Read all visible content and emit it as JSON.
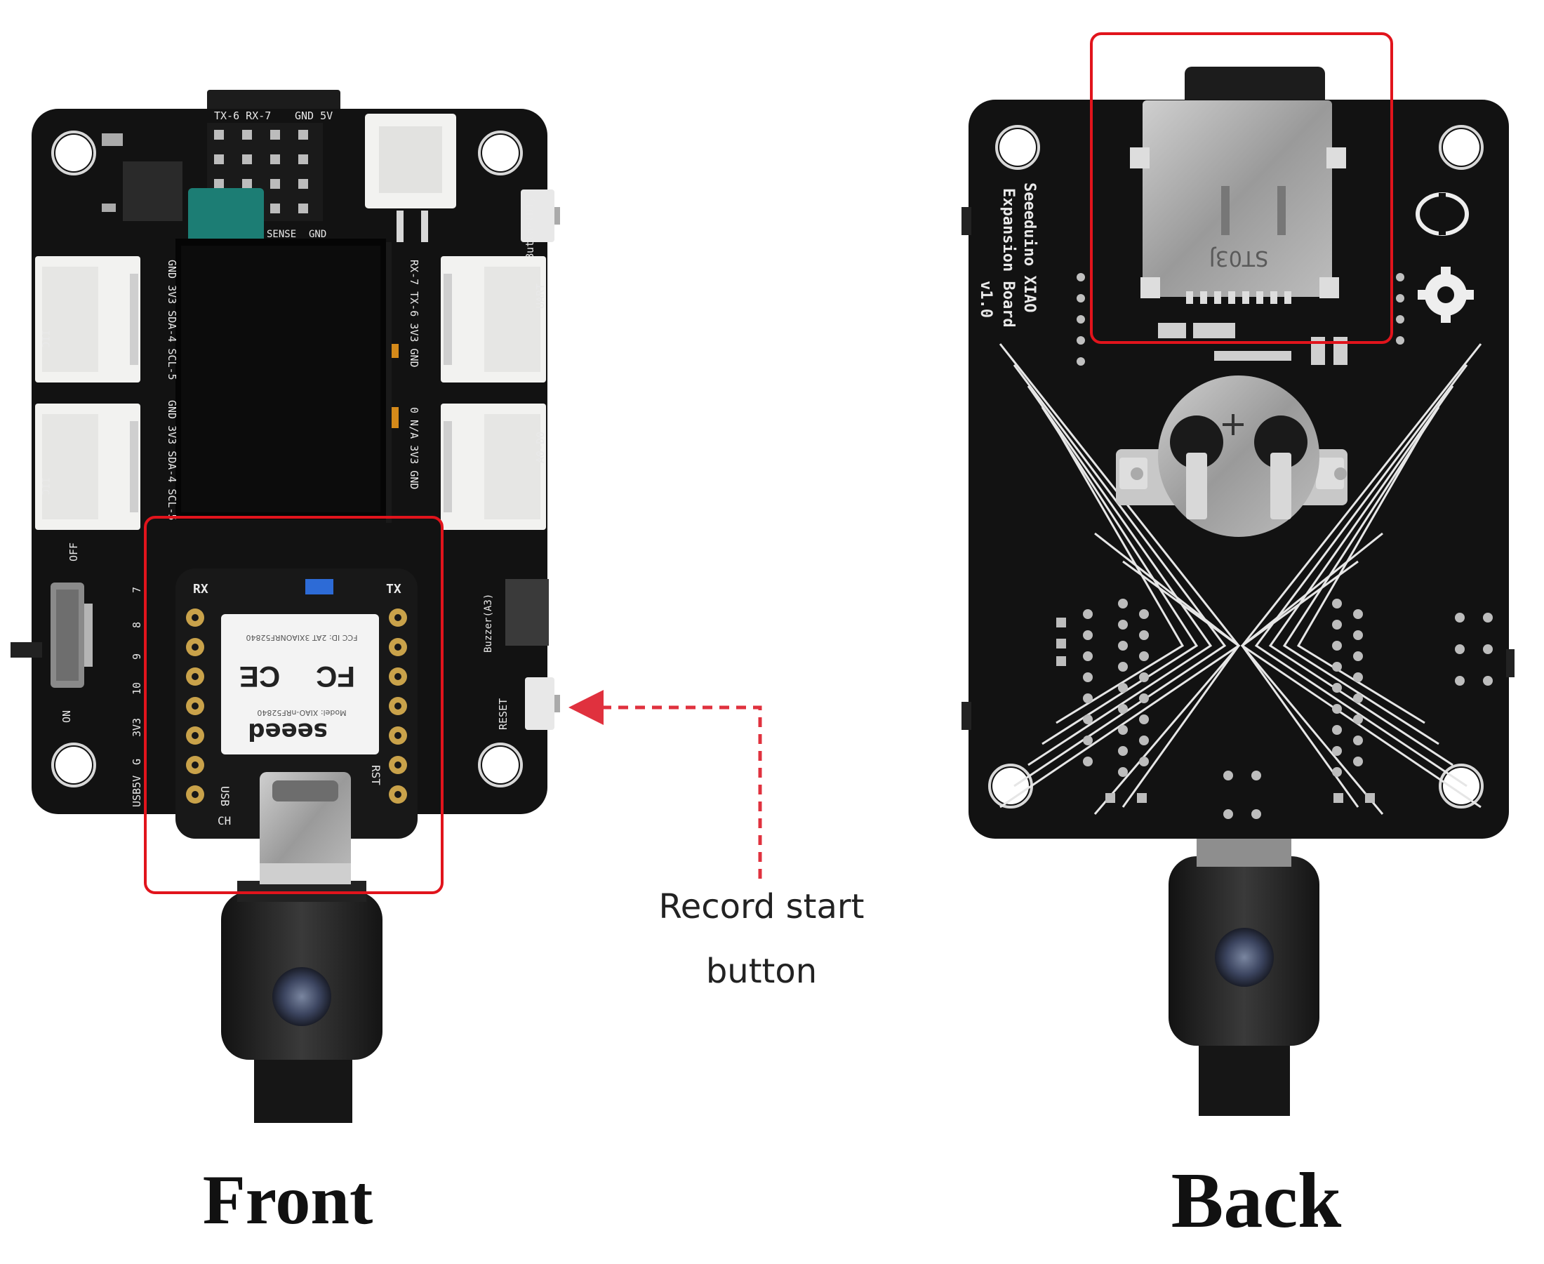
{
  "captions": {
    "front": "Front",
    "back": "Back"
  },
  "annotation": {
    "line1": "Record start",
    "line2": "button"
  },
  "colors": {
    "highlight": "#e1141c",
    "arrow": "#e0313e",
    "pcb": "#121212",
    "connector": "#f2f2f0"
  },
  "front_board": {
    "headers": {
      "gnd_5v": "GND  5V",
      "tx_rx": "TX-6 RX-7",
      "gnd": "GND",
      "sense": "SENSE"
    },
    "button_label": "Button(D1)",
    "iic_1": "IIC",
    "iic_2": "IIC",
    "uart": "UART",
    "a0_d0": "A0-D0",
    "pins_left_1": "GND 3V3 SDA-4 SCL-5",
    "pins_left_2": "GND 3V3 SDA-4 SCL-5",
    "pins_right_1": "RX-7 TX-6 3V3 GND",
    "pins_right_2": "0 N/A 3V3 GND",
    "off": "OFF",
    "on": "ON",
    "side_pins": [
      "7",
      "8",
      "9",
      "10",
      "3V3",
      "G",
      "USB5V"
    ],
    "buzzer": "Buzzer(A3)",
    "reset": "RESET",
    "module": {
      "rx": "RX",
      "tx": "TX",
      "usb": "USB",
      "rst": "RST",
      "ch": "CH",
      "fcc_id": "FCC ID: 2AT 3XIAONRF52840",
      "brand": "seeed",
      "model": "Model: XIAO-nRF52840",
      "ce": "CE",
      "fc": "FC"
    }
  },
  "back_board": {
    "title_line1": "Seeeduino XIAO",
    "title_line2": "Expansion Board",
    "version": "v1.0",
    "sd_marking": "ST03J"
  }
}
